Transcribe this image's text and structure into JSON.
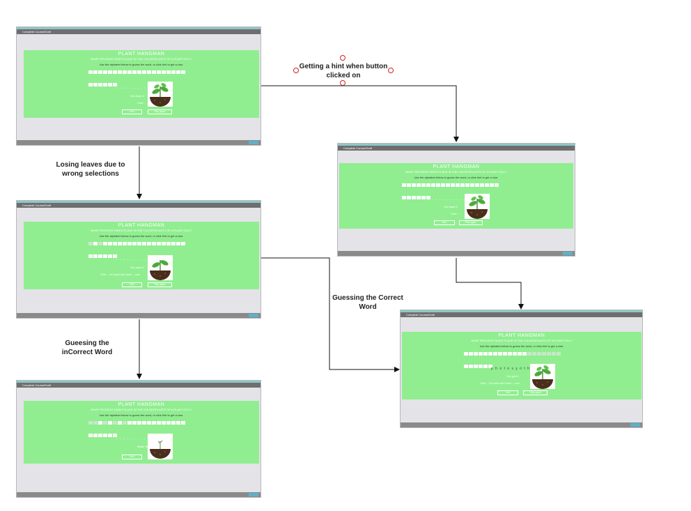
{
  "screenshot": {
    "window_title": "Complete Course/Draft",
    "game_title": "PLANT HANGMAN",
    "subtitle": "WHAT PROCESS TAKES PLACE IN THE CHLOROPLASTS OF A PLANT CELL?",
    "instruction": "Use the alphabet below to guess the word, or click hint to get a clue.",
    "hint_button": "Hint",
    "reset_button": "Play again"
  },
  "states": {
    "initial": {
      "status": "You have 4",
      "clue": "Clue: -",
      "dashes": "- - - - - - - - - - - - - -"
    },
    "hint": {
      "status": "You have 4",
      "clue": "Clue: -",
      "dashes": "- - - - - - - - - - - - - -"
    },
    "losing": {
      "status": "You have 2",
      "clue": "Clue: - Go back and read ... ose",
      "dashes": "- - - - - - - - - - - - - -"
    },
    "incorrect": {
      "status": "Better the...",
      "clue": "",
      "dashes": "- - - - - - - - - - - - - -"
    },
    "correct": {
      "status": "You got it...",
      "clue": "Clue: - Go back and read ... ose",
      "dashes": "p h o t o s y n t h e s i s"
    }
  },
  "flow_labels": {
    "hint": "Getting a hint when button clicked on",
    "losing": "Losing leaves due to wrong selections",
    "incorrect": "Gueesing the inCorrect Word",
    "correct": "Guessing the Correct Word"
  },
  "colors": {
    "panel": "#90ee90",
    "topbar": "#8fc7c9",
    "titlebar": "#6e6e6e",
    "bottombar": "#8a8a8a",
    "selection_handles": "#d22222"
  }
}
